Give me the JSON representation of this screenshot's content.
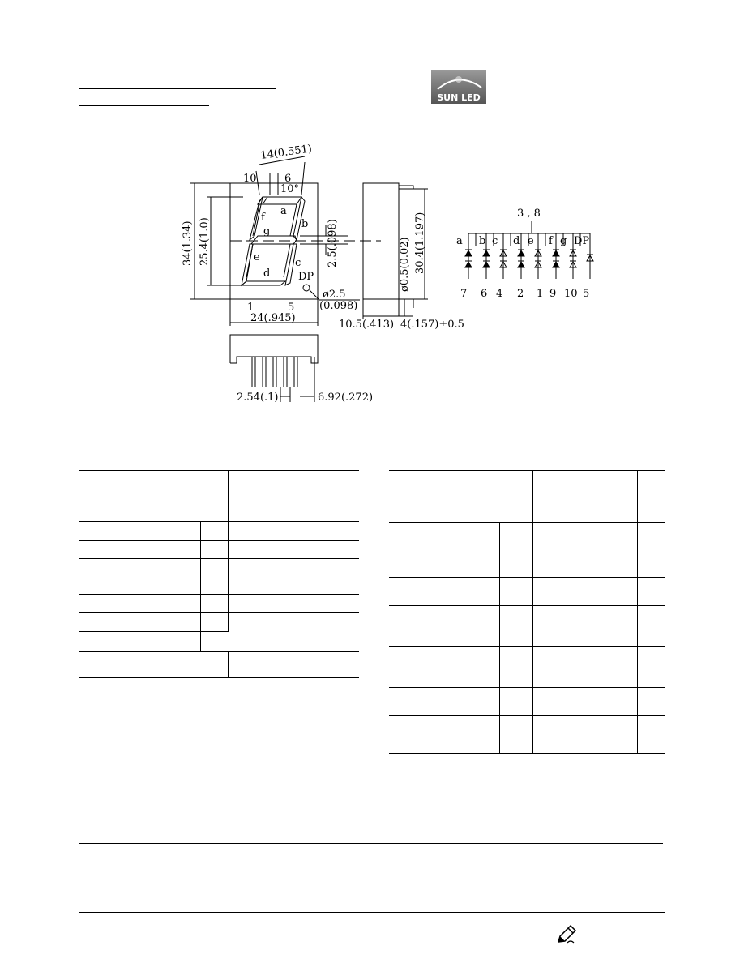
{
  "logo": {
    "text": "SUN LED"
  },
  "drawing": {
    "front": {
      "top_width": "14(0.551)",
      "pin10": "10",
      "pin6": "6",
      "angle": "10°",
      "seg_a": "a",
      "seg_b": "b",
      "seg_c": "c",
      "seg_d": "d",
      "seg_e": "e",
      "seg_f": "f",
      "seg_g": "g",
      "dp": "DP",
      "height_total": "34(1.34)",
      "height_digit": "25.4(1.0)",
      "seg_width": "2.5(.098)",
      "dp_dia": "ø2.5",
      "dp_dia_in": "(0.098)",
      "pin1": "1",
      "pin5": "5",
      "width": "24(.945)"
    },
    "side": {
      "pin_dia": "ø0.5(0.02)",
      "pin_len": "30.4(1.197)",
      "depth": "10.5(.413)",
      "pin_out": "4(.157)±0.5"
    },
    "bottom": {
      "pitch": "2.54(.1)",
      "row_spacing": "6.92(.272)"
    },
    "circuit": {
      "common": "3 , 8",
      "segments": [
        "a",
        "b",
        "c",
        "d",
        "e",
        "f",
        "g",
        "DP"
      ],
      "pins": [
        "7",
        "6",
        "4",
        "2",
        "1",
        "9",
        "10",
        "5"
      ]
    }
  }
}
